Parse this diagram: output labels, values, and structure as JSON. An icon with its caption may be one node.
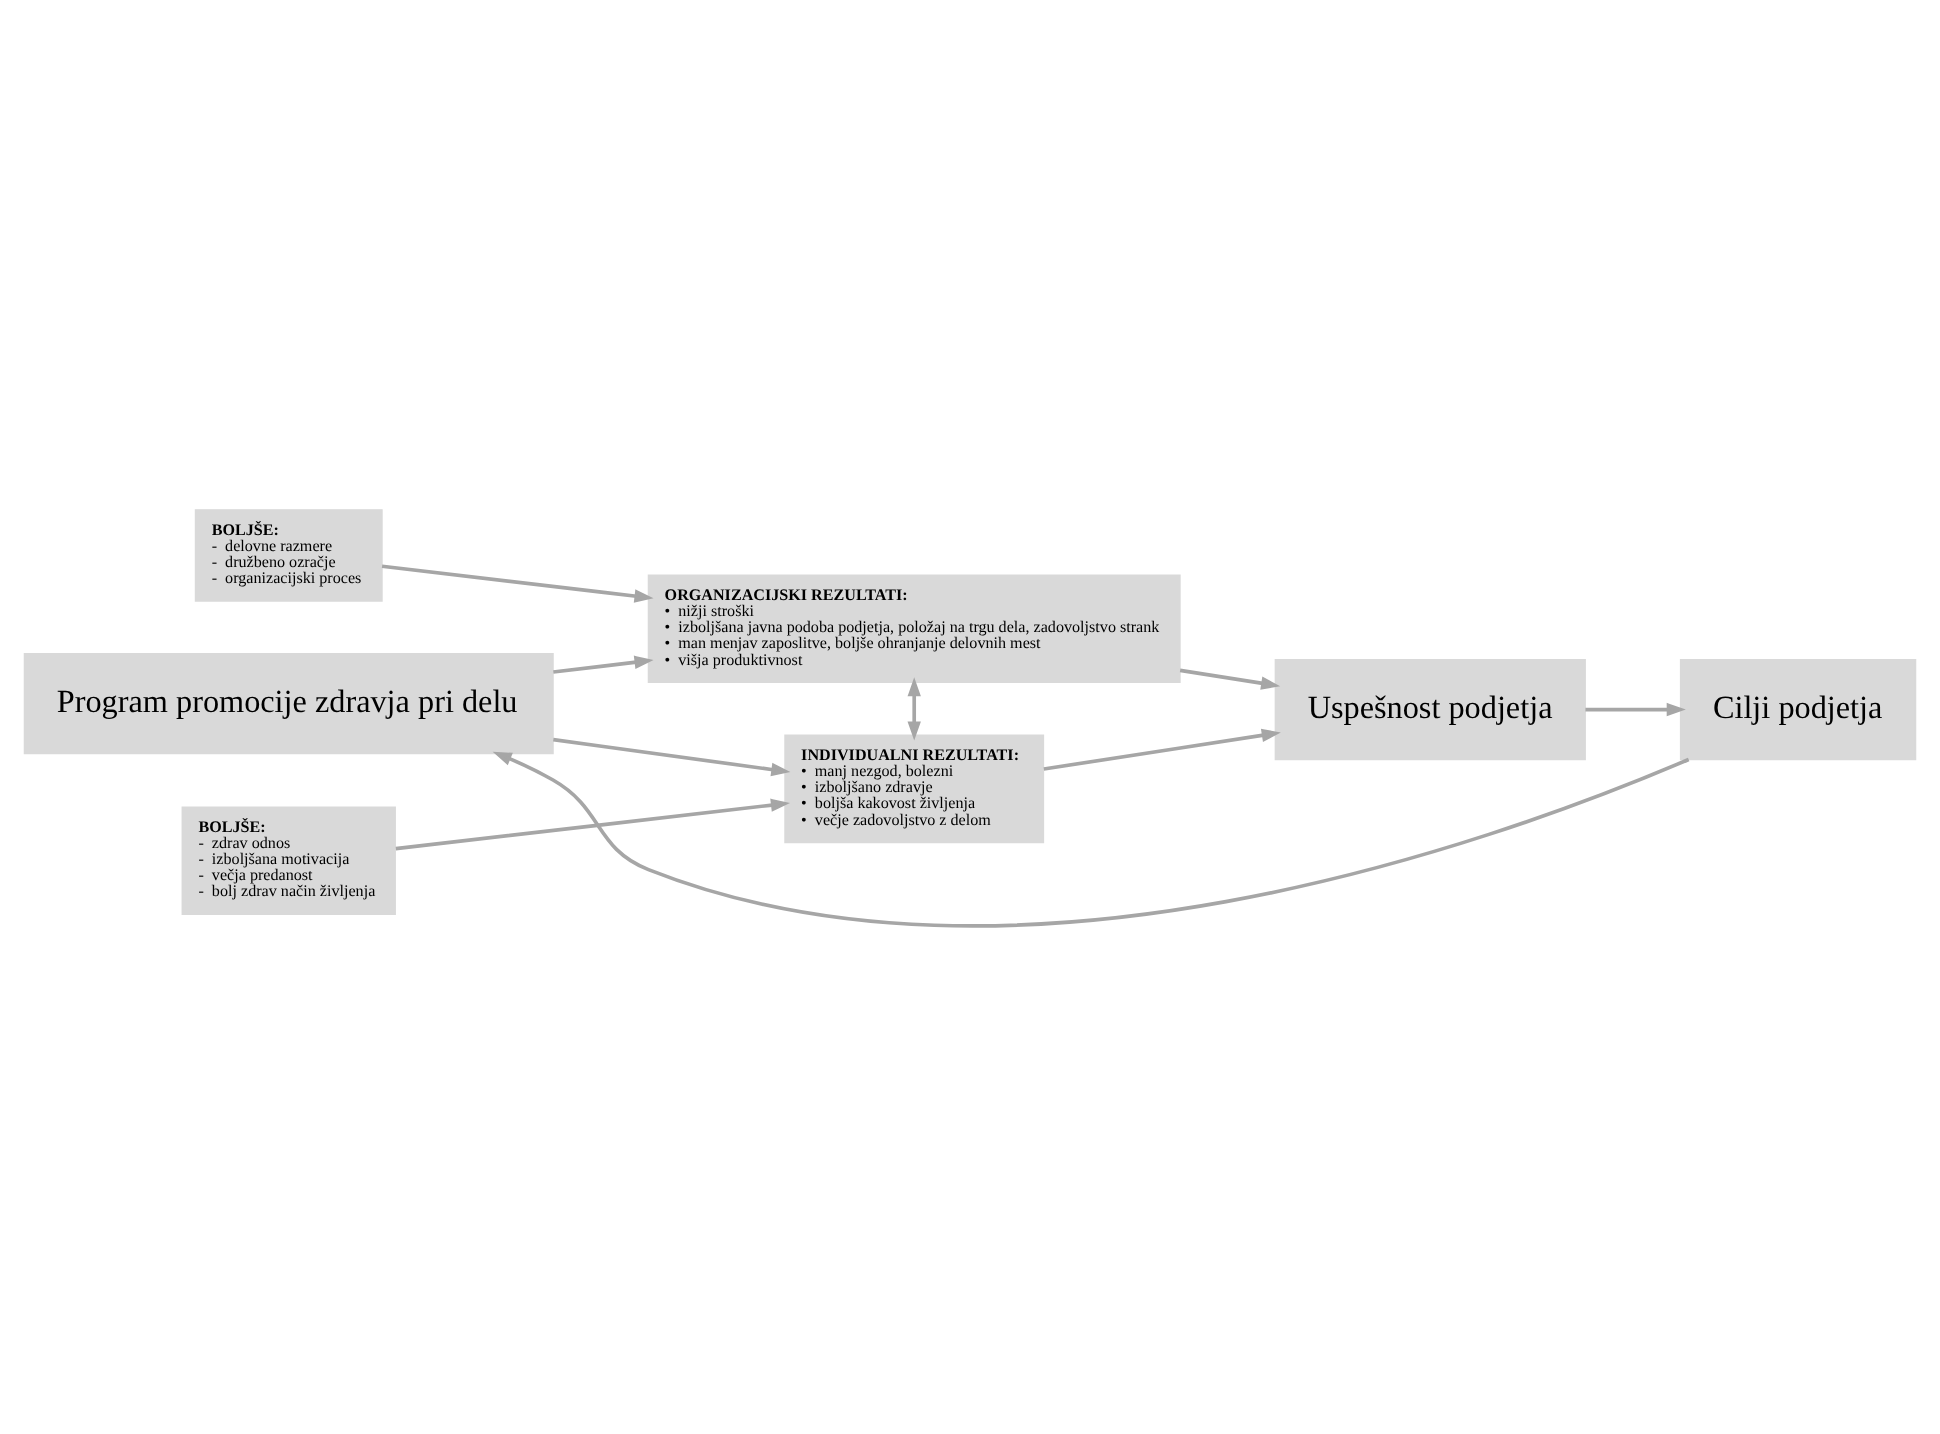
{
  "diagram": {
    "nodes": [
      {
        "text": [
          "BOLJŠE:",
          "-  delovne razmere",
          "-  družbeno ozračje",
          "-  organizacijski proces"
        ]
      },
      {
        "text": [
          "ORGANIZACIJSKI REZULTATI:",
          "•  nižji stroški",
          "•  izboljšana javna podoba podjetja, položaj na trgu dela, zadovoljstvo strank",
          "•  man menjav zaposlitve, boljše ohranjanje delovnih mest",
          "•  višja produktivnost"
        ]
      },
      {
        "text": [
          "Program promocije zdravja pri delu"
        ]
      },
      {
        "text": [
          "Uspešnost podjetja"
        ]
      },
      {
        "text": [
          "Cilji podjetja"
        ]
      },
      {
        "text": [
          "BOLJŠE:",
          "-  zdrav odnos",
          "-  izboljšana motivacija",
          "-  večja predanost",
          "-  bolj zdrav način življenja"
        ]
      },
      {
        "text": [
          "INDIVIDUALNI REZULTATI:",
          "•  manj nezgod, bolezni",
          "•  izboljšano zdravje",
          "•  boljša kakovost življenja",
          "•  večje zadovoljstvo z delom"
        ]
      }
    ],
    "edges": [
      {
        "from": 2,
        "to": 1,
        "arrow": "to"
      },
      {
        "from": 0,
        "to": 1,
        "arrow": "to"
      },
      {
        "from": 2,
        "to": 6,
        "arrow": "to"
      },
      {
        "from": 5,
        "to": 6,
        "arrow": "to"
      },
      {
        "from": 1,
        "to": 3,
        "arrow": "to"
      },
      {
        "from": 6,
        "to": 3,
        "arrow": "to"
      },
      {
        "from": 1,
        "to": 6,
        "arrow": "both"
      },
      {
        "from": 3,
        "to": 4,
        "arrow": "to"
      },
      {
        "from": 4,
        "to": 2,
        "arrow": "to"
      }
    ]
  }
}
